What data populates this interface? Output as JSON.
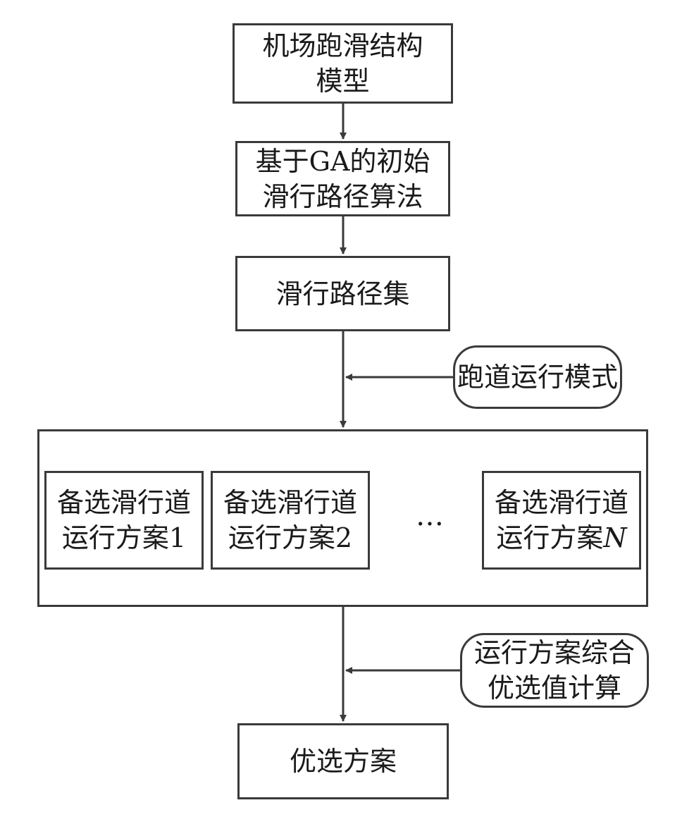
{
  "nodes": {
    "airport_model": {
      "line1": "机场跑滑结构",
      "line2": "模型"
    },
    "ga_algorithm": {
      "line1": "基于GA的初始",
      "line2": "滑行路径算法"
    },
    "path_set": {
      "label": "滑行路径集"
    },
    "runway_mode": {
      "label": "跑道运行模式"
    },
    "schemes": [
      {
        "line1": "备选滑行道",
        "line2_prefix": "运行方案",
        "index": "1"
      },
      {
        "line1": "备选滑行道",
        "line2_prefix": "运行方案",
        "index": "2"
      },
      {
        "line1": "备选滑行道",
        "line2_prefix": "运行方案",
        "index": "N"
      }
    ],
    "ellipsis": "…",
    "optimal_value_calc": {
      "line1": "运行方案综合",
      "line2": "优选值计算"
    },
    "optimal_scheme": {
      "label": "优选方案"
    }
  },
  "colors": {
    "stroke": "#3a3a3a",
    "text": "#1a1a1a",
    "background": "#ffffff"
  }
}
